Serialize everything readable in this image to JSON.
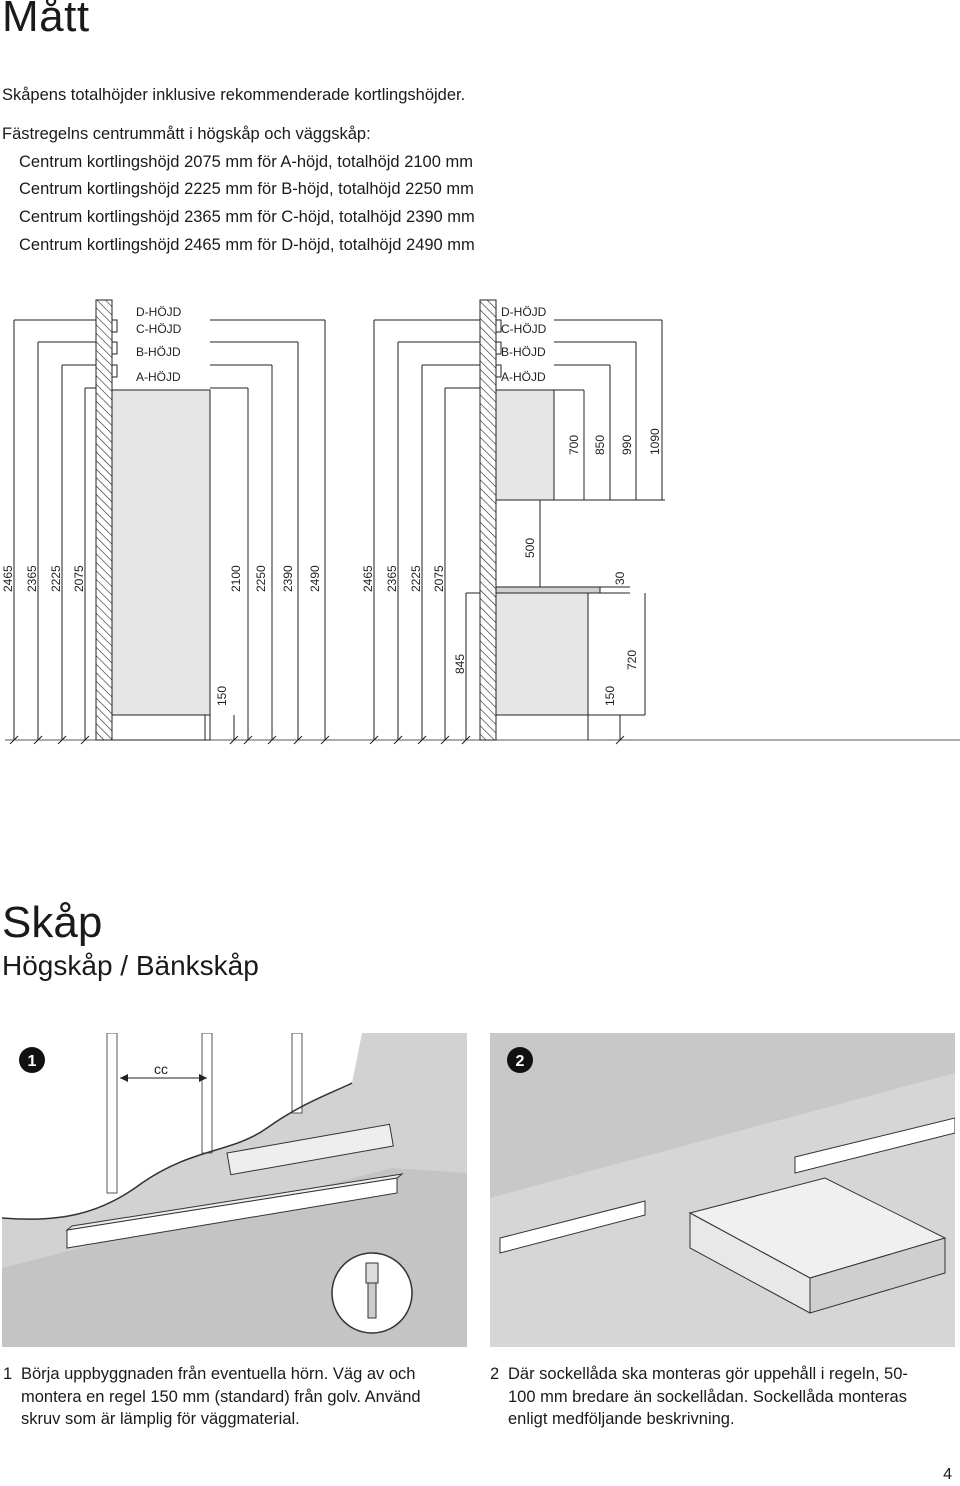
{
  "page": {
    "title": "Mått",
    "number": "4"
  },
  "intro": {
    "line1": "Skåpens totalhöjder inklusive rekommenderade kortlingshöjder.",
    "line2": "Fästregelns centrummått i högskåp och väggskåp:",
    "specs": [
      "Centrum kortlingshöjd 2075 mm för A-höjd, totalhöjd 2100 mm",
      "Centrum kortlingshöjd 2225 mm för B-höjd, totalhöjd 2250 mm",
      "Centrum kortlingshöjd 2365 mm för C-höjd, totalhöjd 2390 mm",
      "Centrum kortlingshöjd 2465 mm för D-höjd, totalhöjd 2490 mm"
    ]
  },
  "diagram": {
    "height_labels": [
      "D-HÖJD",
      "C-HÖJD",
      "B-HÖJD",
      "A-HÖJD"
    ],
    "tall_cabinet": {
      "left_dims": [
        "2465",
        "2365",
        "2225",
        "2075"
      ],
      "right_dims": [
        "2100",
        "2250",
        "2390",
        "2490"
      ],
      "plinth": "150"
    },
    "wall_base": {
      "left_dims": [
        "2465",
        "2365",
        "2225",
        "2075"
      ],
      "counter_height": "845",
      "gap": "500",
      "wall_dims": [
        "700",
        "850",
        "990",
        "1090"
      ],
      "worktop": "30",
      "base_height": "720",
      "plinth": "150"
    }
  },
  "section": {
    "title": "Skåp",
    "subtitle": "Högskåp / Bänkskåp"
  },
  "illustrations": [
    {
      "badge": "1",
      "cc_label": "cc"
    },
    {
      "badge": "2"
    }
  ],
  "steps": [
    {
      "num": "1",
      "text": "Börja uppbyggnaden från eventuella hörn. Väg av och montera en regel 150 mm (standard) från golv. Använd skruv som är lämplig för väggmaterial."
    },
    {
      "num": "2",
      "text": "Där sockellåda ska monteras gör uppehåll i regeln, 50-100 mm bredare än sockellådan. Sockellåda monteras enligt medföljande beskrivning."
    }
  ]
}
